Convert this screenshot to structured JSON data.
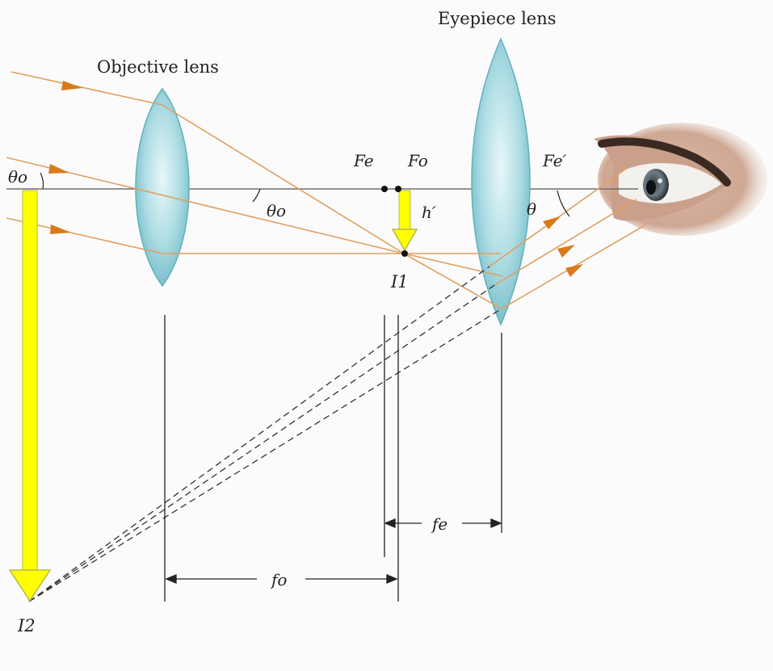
{
  "labels": {
    "objective_lens": "Objective lens",
    "eyepiece_lens": "Eyepiece lens",
    "theta_o_left": "θo",
    "theta_o_mid": "θo",
    "theta": "θ",
    "F_e": "Fe",
    "F_o": "Fo",
    "F_e_prime": "Fe′",
    "h_prime": "h′",
    "I1": "I1",
    "I2": "I2",
    "f_o": "fo",
    "f_e": "fe"
  },
  "colors": {
    "ray": "#e0a060",
    "arrow_head": "#d97a1a",
    "image_arrow_fill": "#ffff00",
    "image_arrow_stroke": "#b8b84a",
    "lens_fill": "#a6dbe2",
    "lens_edge": "#5fb1bf",
    "axis": "#6f6f6f",
    "guide": "#222222"
  }
}
